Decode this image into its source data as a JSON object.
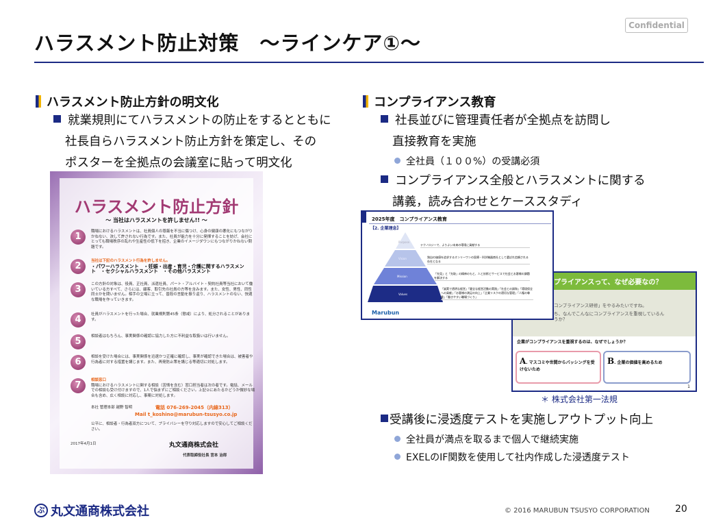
{
  "header": {
    "title": "ハラスメント防止対策　～ラインケア①～",
    "confidential": "Confidential"
  },
  "left": {
    "heading": "ハラスメント防止方針の明文化",
    "bullet_lines": [
      "就業規則にてハラスメントの防止をするとともに",
      "社長自らハラスメント防止方針を策定し、その",
      "ポスターを全拠点の会議室に貼って明文化"
    ]
  },
  "poster": {
    "title": "ハラスメント防止方針",
    "subtitle": "～ 当社はハラスメントを許しません!! ～",
    "items": [
      {
        "num": "1",
        "text": "職場におけるハラスメントは、社員個人の尊厳を不当に傷つけ、心身の健康の悪化にもつながりかねない、決して許されない行為です。また、社員が能力を十分に発揮することを妨げ、会社にとっても職場秩序の乱れや生産性の低下を招き、企業のイメージダウンにもつながりかねない問題です。"
      },
      {
        "num": "2",
        "lead": "当社は下記のハラスメント行為を許しません。",
        "text": "・パワーハラスメント　・妊娠・出産・育児・介護に関するハラスメント　・セクシャルハラスメント　・その他ハラスメント"
      },
      {
        "num": "3",
        "text": "この方針の対象は、役員、正社員、派遣社員、パート・アルバイト・契約社員等当社において働いている方すべて、さらには、顧客、取引先の社員の方等を含みます。また、女性、男性、同性同士かを問いません。相手の立場に立って、普段の言動を振り返り、ハラスメントのない、快適な職場を作っていきます。"
      },
      {
        "num": "4",
        "text": "社員がハラスメントを行った場合、就業規則第45条（懲戒）により、処分されることがあります。"
      },
      {
        "num": "5",
        "text": "相談者はもちろん、事実関係の確認に協力した方に不利益な取扱いは行いません。"
      },
      {
        "num": "6",
        "text": "相談を受けた場合には、事実関係を迅速かつ正確に確認し、事実が確認できた場合は、被害者や行為者に対する措置を講じます。また、再発防止策を講じる等適切に対処します。"
      },
      {
        "num": "7",
        "lead": "相談窓口",
        "text": "職場におけるハラスメントに関する相談（苦情を含む）窓口担当者は次の者です。電話、メールでの相談も受け付けますので、1人で悩まずにご相談ください。上記②にあたるかどうか微妙な場合も含め、広く相談に対応し、事案に対処します。"
      }
    ],
    "contact_person": "本社 管理本部 越野 智明",
    "phone": "電話 076-269-2045（内線313）",
    "mail": "Mail t_koshino@marubun-tsusyo.co.jp",
    "privacy": "公平に、相談者・行為者双方について、プライバシーを守り対応しますので安心してご相談ください。",
    "date": "2017年4月1日",
    "company": "丸文通商株式会社",
    "ceo": "代表取締役社長 宮本 治郎"
  },
  "right": {
    "heading": "コンプライアンス教育",
    "b1": [
      "社長並びに管理責任者が全拠点を訪問し",
      "直接教育を実施"
    ],
    "b1_sub": "全社員（１００%）の受講必須",
    "b2": [
      "コンプライアンス全般とハラスメントに関する",
      "講義，読み合わせとケーススタディ"
    ],
    "b3": "受講後に浸透度テストを実施しアウトプット向上",
    "b3_subs": [
      "全社員が満点を取るまで個人で継続実施",
      "EXELのIF関数を使用して社内作成した浸透度テスト"
    ],
    "caption": "＊ 株式会社第一法規"
  },
  "shot1": {
    "title": "2025年度　コンプライアンス教育",
    "section": "【2. 企業理念】",
    "levels": [
      {
        "name": "Purpose",
        "text": "テクノロジーで、よりよい未来の環境に貢献する",
        "color": "#dfe5f5"
      },
      {
        "name": "Vision",
        "text": "独自の価値を追求するオンリーワンの医療・科学機器商社として選ばれ信頼される存在となる",
        "color": "#b7c4ea"
      },
      {
        "name": "Mission",
        "text": "「先見」と「先取」の精神のもと、人と技術とサービスで社会とお客様の課題を解決する",
        "color": "#6f82d8"
      },
      {
        "name": "Values",
        "text": "「誠実で透明な経営」「健全な経営活動の実践」「社会との調和」「環境保全への貢献」「お客様の満足の向上」「企業リスクの適切な管理」「人権の尊重」「働きやすい職場づくり」",
        "color": "#1d2c86"
      }
    ],
    "logo": "Marubun"
  },
  "shot2": {
    "banner": "プライアンスって、なぜ必要なの？",
    "line1": "コンプライアンス研修」をやるみたいですね。",
    "line2": "ち、なんでこんなにコンプライアンスを重視しているん",
    "line3": "うか？",
    "question": "企業がコンプライアンスを重視するのは、なぜでしょうか？",
    "a_letter": "A",
    "a": ". マスコミや世間からバッシングを受けないため",
    "b_letter": "B",
    "b": ". 企業の価値を高めるため",
    "page": "1"
  },
  "footer": {
    "logo": "丸文通商株式会社",
    "copyright": "© 2016 MARUBUN TSUSYO CORPORATION",
    "page": "20"
  }
}
